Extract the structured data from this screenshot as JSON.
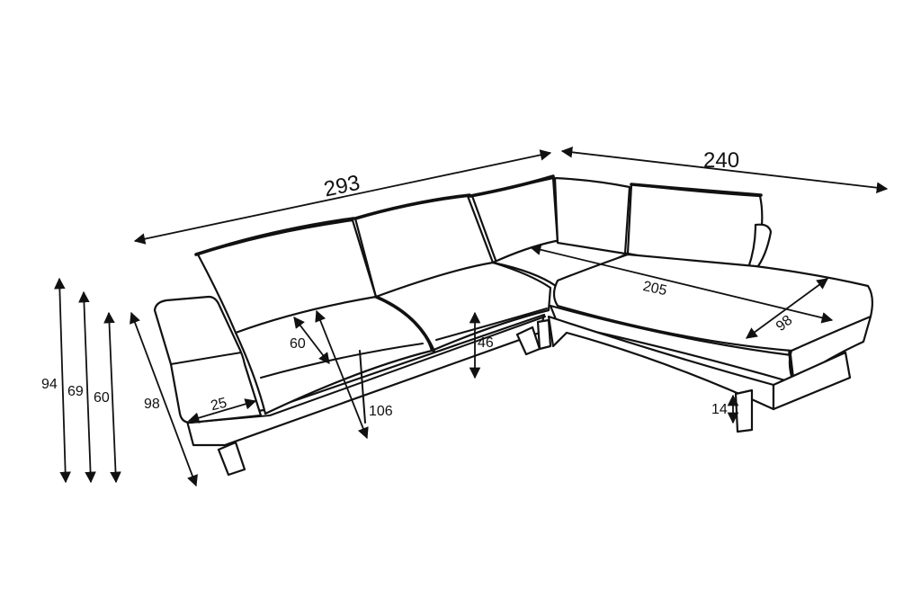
{
  "diagram": {
    "colors": {
      "line": "#111111",
      "background": "#ffffff"
    },
    "dimensions": {
      "total_length": "293",
      "side_length": "240",
      "height_back": "94",
      "height_armrest": "69",
      "height_armrest_low": "60",
      "depth_left": "98",
      "armrest_width": "25",
      "seat_depth": "60",
      "seat_height": "46",
      "back_depth": "106",
      "chaise_length": "205",
      "chaise_depth": "98",
      "leg_height": "14"
    }
  }
}
